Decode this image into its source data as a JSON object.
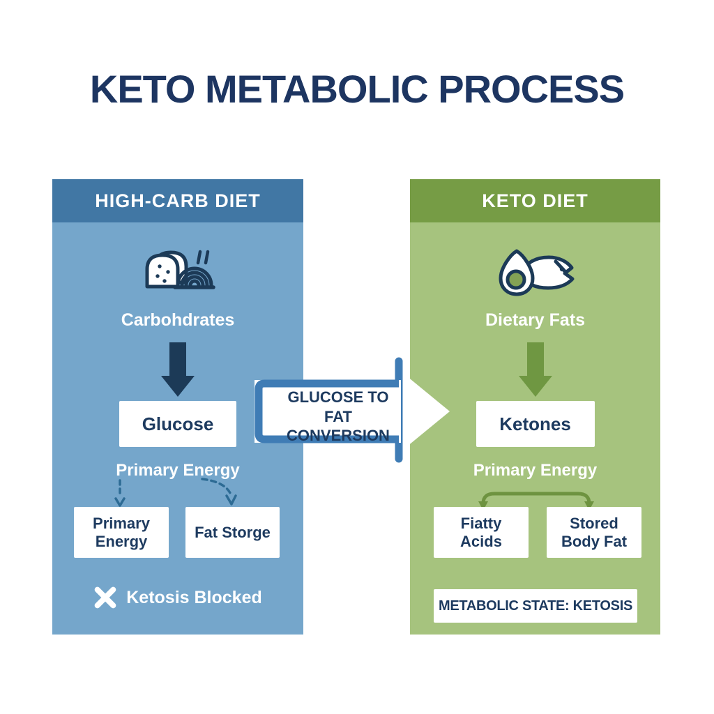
{
  "title": "KETO METABOLIC PROCESS",
  "colors": {
    "title_navy": "#1d3561",
    "box_text_navy": "#1d3a5f",
    "blue_header": "#4177a4",
    "blue_body": "#75a6cb",
    "green_header": "#769c45",
    "green_body": "#a6c37e",
    "navy_arrow": "#1c3a57",
    "green_arrow": "#6f9742",
    "center_arrow_outline_blue": "#3f7cb5",
    "dashed_arrow_blue": "#2d6b94",
    "branch_arrow_green": "#6e9340",
    "avocado_pit_green": "#84a355"
  },
  "left_panel": {
    "header": "HIGH-CARB DIET",
    "source_label": "Carbohdrates",
    "product_box": "Glucose",
    "pathway_label": "Primary Energy",
    "outcome_box_1": "Primary Energy",
    "outcome_box_2": "Fat Storge",
    "status_label": "Ketosis Blocked"
  },
  "center_arrow": {
    "line1": "GLUCOSE TO FAT",
    "line2": "CONVERSION"
  },
  "right_panel": {
    "header": "KETO DIET",
    "source_label": "Dietary Fats",
    "product_box": "Ketones",
    "pathway_label": "Primary Energy",
    "outcome_box_1": "Fiatty Acids",
    "outcome_box_2": "Stored Body Fat",
    "status_label": "METABOLIC STATE: KETOSIS"
  }
}
